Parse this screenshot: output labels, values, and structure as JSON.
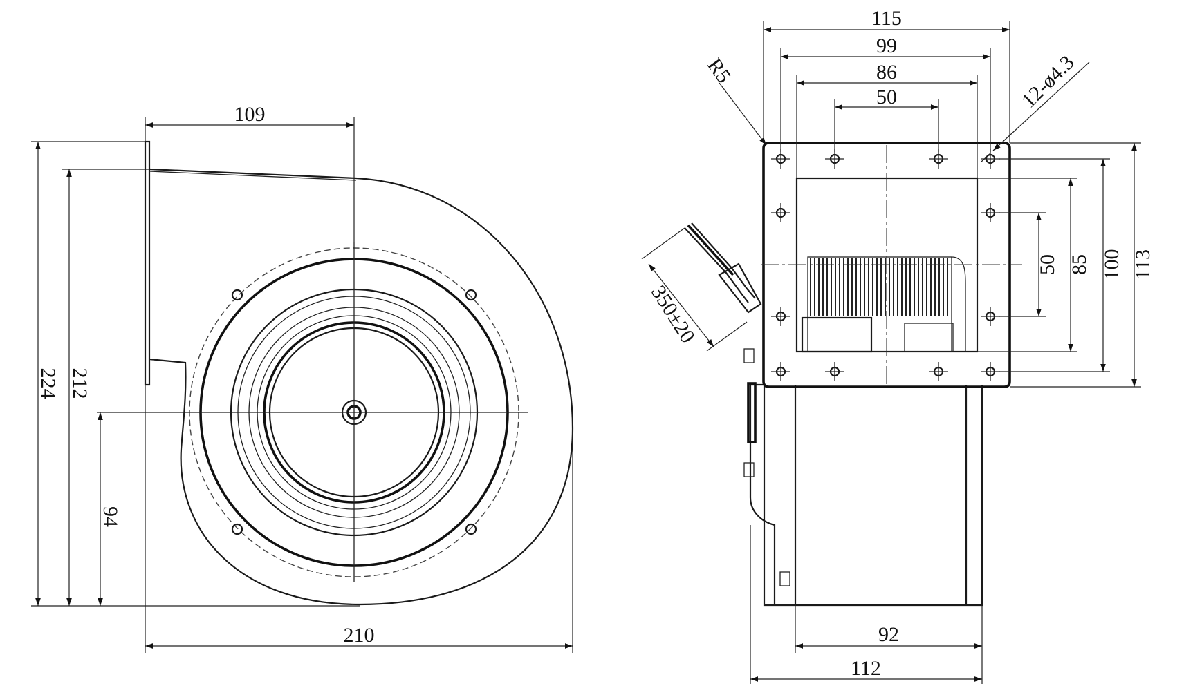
{
  "front_view": {
    "dim_109": "109",
    "dim_210": "210",
    "dim_224": "224",
    "dim_212": "212",
    "dim_94": "94"
  },
  "side_view": {
    "dim_115": "115",
    "dim_99": "99",
    "dim_86": "86",
    "dim_50_top": "50",
    "dim_92": "92",
    "dim_112": "112",
    "dim_113": "113",
    "dim_100": "100",
    "dim_85": "85",
    "dim_50_right": "50",
    "radius": "R5",
    "holes": "12-ø4.3",
    "cable_length": "350±20"
  }
}
